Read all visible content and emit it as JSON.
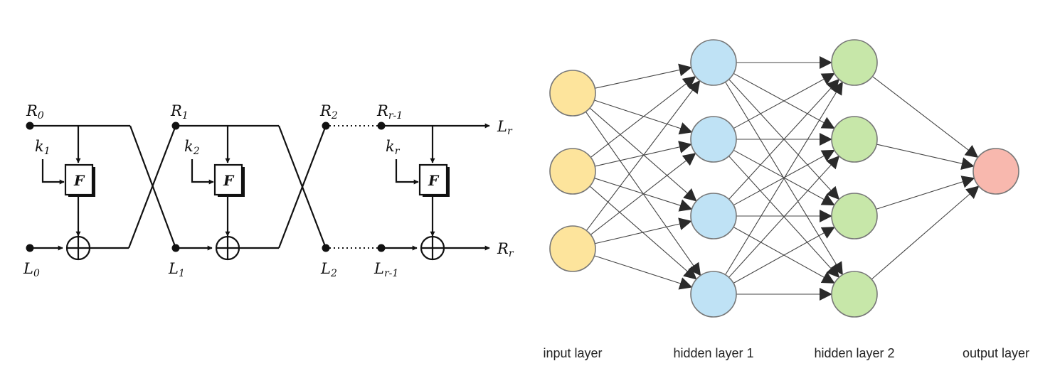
{
  "feistel": {
    "labels": {
      "R0": {
        "base": "R",
        "sub": "0"
      },
      "R1": {
        "base": "R",
        "sub": "1"
      },
      "R2": {
        "base": "R",
        "sub": "2"
      },
      "Rr1": {
        "base": "R",
        "sub": "r-1"
      },
      "L0": {
        "base": "L",
        "sub": "0"
      },
      "L1": {
        "base": "L",
        "sub": "1"
      },
      "L2": {
        "base": "L",
        "sub": "2"
      },
      "Lr1": {
        "base": "L",
        "sub": "r-1"
      },
      "k1": {
        "base": "k",
        "sub": "1"
      },
      "k2": {
        "base": "k",
        "sub": "2"
      },
      "kr": {
        "base": "k",
        "sub": "r"
      },
      "Lr": {
        "base": "L",
        "sub": "r"
      },
      "Rr": {
        "base": "R",
        "sub": "r"
      }
    },
    "round_function_label": "F"
  },
  "network": {
    "layers": [
      {
        "label": "input layer",
        "nodes": 3,
        "color": "#fde49c"
      },
      {
        "label": "hidden layer 1",
        "nodes": 4,
        "color": "#bfe2f5"
      },
      {
        "label": "hidden layer 2",
        "nodes": 4,
        "color": "#c7e7a9"
      },
      {
        "label": "output layer",
        "nodes": 1,
        "color": "#f8b8ae"
      }
    ],
    "edge_color": "#444444",
    "node_stroke": "#777777"
  }
}
